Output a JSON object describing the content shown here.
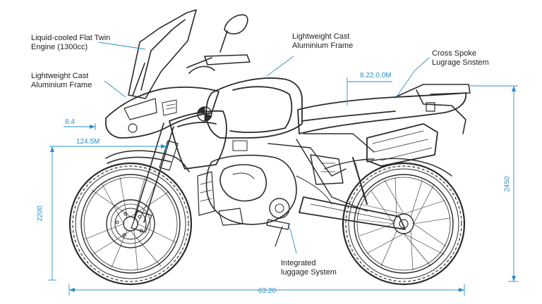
{
  "labels": {
    "engine": "Liquid-cooled Flat Twin\nEngine (1300cc)",
    "frame_left": "Lightweight Cast\nAluminium Frame",
    "frame_top": "Lightweight Cast\nAluminium Frame",
    "luggage_top": "Cross Spoke\nLugrage Snstem",
    "luggage_bottom": "Integrated\nluggage System"
  },
  "dimensions": {
    "top_length": "8.22.0.0M",
    "small": "8.4",
    "reach": "124.5M",
    "height_left": "2200",
    "height_right": "2450",
    "overall_length": "63.20"
  },
  "colors": {
    "line": "#2b2b2b",
    "dimension": "#2a8fc4",
    "text": "#1d1d1d"
  }
}
